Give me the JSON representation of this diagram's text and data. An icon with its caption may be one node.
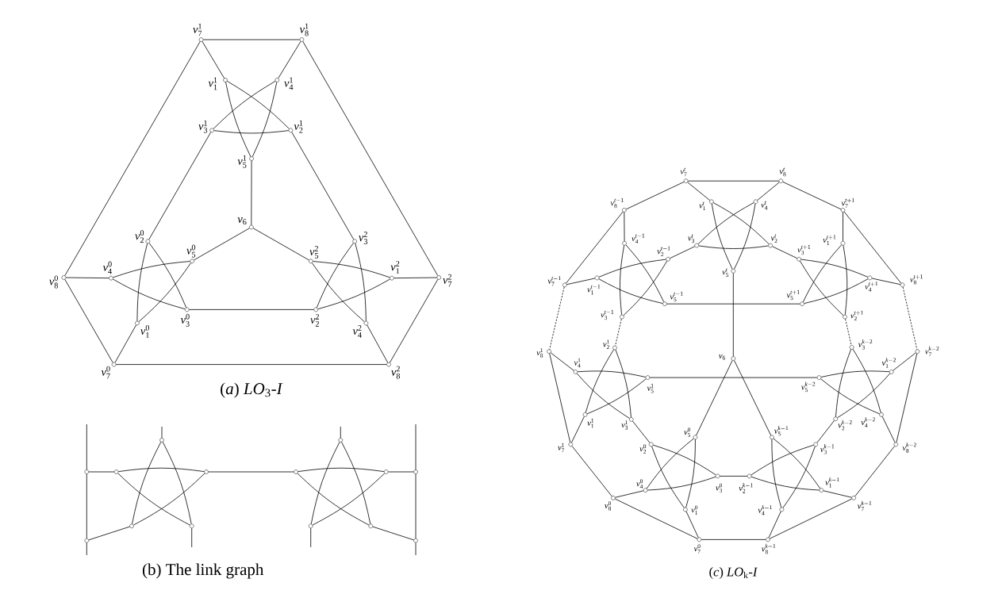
{
  "diagram": {
    "nodes": [
      {
        "text": [],
        "shape": "circle",
        "beside": [
          "v_7^1"
        ]
      },
      {
        "text": [],
        "shape": "circle",
        "beside": [
          "v_8^1"
        ]
      },
      {
        "text": [],
        "shape": "circle",
        "beside": [
          "v_1^1"
        ]
      },
      {
        "text": [],
        "shape": "circle",
        "beside": [
          "v_4^1"
        ]
      },
      {
        "text": [],
        "shape": "circle",
        "beside": [
          "v_3^1"
        ]
      },
      {
        "text": [],
        "shape": "circle",
        "beside": [
          "v_2^1"
        ]
      },
      {
        "text": [],
        "shape": "circle",
        "beside": [
          "v_5^1"
        ]
      },
      {
        "text": [],
        "shape": "circle",
        "beside": [
          "v_6"
        ]
      },
      {
        "text": [],
        "shape": "circle",
        "beside": [
          "v_2^0"
        ]
      },
      {
        "text": [],
        "shape": "circle",
        "beside": [
          "v_3^2"
        ]
      },
      {
        "text": [],
        "shape": "circle",
        "beside": [
          "v_5^0"
        ]
      },
      {
        "text": [],
        "shape": "circle",
        "beside": [
          "v_5^2"
        ]
      },
      {
        "text": [],
        "shape": "circle",
        "beside": [
          "v_8^0"
        ]
      },
      {
        "text": [],
        "shape": "circle",
        "beside": [
          "v_4^0"
        ]
      },
      {
        "text": [],
        "shape": "circle",
        "beside": [
          "v_1^2"
        ]
      },
      {
        "text": [],
        "shape": "circle",
        "beside": [
          "v_7^2"
        ]
      },
      {
        "text": [],
        "shape": "circle",
        "beside": [
          "v_3^0"
        ]
      },
      {
        "text": [],
        "shape": "circle",
        "beside": [
          "v_2^2"
        ]
      },
      {
        "text": [],
        "shape": "circle",
        "beside": [
          "v_1^0"
        ]
      },
      {
        "text": [],
        "shape": "circle",
        "beside": [
          "v_4^2"
        ]
      },
      {
        "text": [],
        "shape": "circle",
        "beside": [
          "v_7^0"
        ]
      },
      {
        "text": [],
        "shape": "circle",
        "beside": [
          "v_8^2"
        ]
      },
      {
        "text": [],
        "shape": "circle"
      },
      {
        "text": [],
        "shape": "circle"
      },
      {
        "text": [],
        "shape": "circle"
      },
      {
        "text": [],
        "shape": "circle"
      },
      {
        "text": [],
        "shape": "circle"
      },
      {
        "text": [],
        "shape": "circle"
      },
      {
        "text": [],
        "shape": "circle"
      },
      {
        "text": [],
        "shape": "circle"
      },
      {
        "text": [],
        "shape": "circle"
      },
      {
        "text": [],
        "shape": "circle"
      },
      {
        "text": [],
        "shape": "circle"
      },
      {
        "text": [],
        "shape": "circle"
      },
      {
        "text": [],
        "shape": "circle"
      },
      {
        "text": [],
        "shape": "circle"
      },
      {
        "text": [],
        "shape": "circle",
        "beside": [
          "v_7^t"
        ]
      },
      {
        "text": [],
        "shape": "circle",
        "beside": [
          "v_8^t"
        ]
      },
      {
        "text": [],
        "shape": "circle",
        "beside": [
          "v_1^t"
        ]
      },
      {
        "text": [],
        "shape": "circle",
        "beside": [
          "v_4^t"
        ]
      },
      {
        "text": [],
        "shape": "circle",
        "beside": [
          "v_8^{t-1}"
        ]
      },
      {
        "text": [],
        "shape": "circle",
        "beside": [
          "v_7^{t+1}"
        ]
      },
      {
        "text": [],
        "shape": "circle",
        "beside": [
          "v_4^{t-1}"
        ]
      },
      {
        "text": [],
        "shape": "circle",
        "beside": [
          "v_1^{t+1}"
        ]
      },
      {
        "text": [],
        "shape": "circle",
        "beside": [
          "v_3^t"
        ]
      },
      {
        "text": [],
        "shape": "circle",
        "beside": [
          "v_2^t"
        ]
      },
      {
        "text": [],
        "shape": "circle",
        "beside": [
          "v_2^{t-1}"
        ]
      },
      {
        "text": [],
        "shape": "circle",
        "beside": [
          "v_3^{t+1}"
        ]
      },
      {
        "text": [],
        "shape": "circle",
        "beside": [
          "v_5^t"
        ]
      },
      {
        "text": [],
        "shape": "circle",
        "beside": [
          "v_1^{t-1}"
        ]
      },
      {
        "text": [],
        "shape": "circle",
        "beside": [
          "v_4^{t+1}"
        ]
      },
      {
        "text": [],
        "shape": "circle",
        "beside": [
          "v_7^{t-1}"
        ]
      },
      {
        "text": [],
        "shape": "circle",
        "beside": [
          "v_8^{t+1}"
        ]
      },
      {
        "text": [],
        "shape": "circle",
        "beside": [
          "v_5^{t-1}"
        ]
      },
      {
        "text": [],
        "shape": "circle",
        "beside": [
          "v_5^{t+1}"
        ]
      },
      {
        "text": [],
        "shape": "circle",
        "beside": [
          "v_3^{t-1}"
        ]
      },
      {
        "text": [],
        "shape": "circle",
        "beside": [
          "v_2^{t+1}"
        ]
      },
      {
        "text": [],
        "shape": "circle",
        "beside": [
          "v_3^{k-2}"
        ]
      },
      {
        "text": [],
        "shape": "circle",
        "beside": [
          "v_2^1"
        ]
      },
      {
        "text": [],
        "shape": "circle",
        "beside": [
          "v_8^1"
        ]
      },
      {
        "text": [],
        "shape": "circle",
        "beside": [
          "v_7^{k-2}"
        ]
      },
      {
        "text": [],
        "shape": "circle",
        "beside": [
          "v_6"
        ]
      },
      {
        "text": [],
        "shape": "circle",
        "beside": [
          "v_4^1"
        ]
      },
      {
        "text": [],
        "shape": "circle",
        "beside": [
          "v_1^{k-2}"
        ]
      },
      {
        "text": [],
        "shape": "circle",
        "beside": [
          "v_5^1"
        ]
      },
      {
        "text": [],
        "shape": "circle",
        "beside": [
          "v_5^{k-2}"
        ]
      },
      {
        "text": [],
        "shape": "circle",
        "beside": [
          "v_1^1"
        ]
      },
      {
        "text": [],
        "shape": "circle",
        "beside": [
          "v_4^{k-2}"
        ]
      },
      {
        "text": [],
        "shape": "circle",
        "beside": [
          "v_2^{k-2}"
        ]
      },
      {
        "text": [],
        "shape": "circle",
        "beside": [
          "v_3^1"
        ]
      },
      {
        "text": [],
        "shape": "circle",
        "beside": [
          "v_5^0"
        ]
      },
      {
        "text": [],
        "shape": "circle",
        "beside": [
          "v_5^{k-1}"
        ]
      },
      {
        "text": [],
        "shape": "circle",
        "beside": [
          "v_7^1"
        ]
      },
      {
        "text": [],
        "shape": "circle",
        "beside": [
          "v_2^0"
        ]
      },
      {
        "text": [],
        "shape": "circle",
        "beside": [
          "v_3^{k-1}"
        ]
      },
      {
        "text": [],
        "shape": "circle",
        "beside": [
          "v_8^{k-2}"
        ]
      },
      {
        "text": [],
        "shape": "circle",
        "beside": [
          "v_3^0"
        ]
      },
      {
        "text": [],
        "shape": "circle",
        "beside": [
          "v_2^{k-1}"
        ]
      },
      {
        "text": [],
        "shape": "circle",
        "beside": [
          "v_4^0"
        ]
      },
      {
        "text": [],
        "shape": "circle",
        "beside": [
          "v_1^{k-1}"
        ]
      },
      {
        "text": [],
        "shape": "circle",
        "beside": [
          "v_8^0"
        ]
      },
      {
        "text": [],
        "shape": "circle",
        "beside": [
          "v_7^{k-1}"
        ]
      },
      {
        "text": [],
        "shape": "circle",
        "beside": [
          "v_1^0"
        ]
      },
      {
        "text": [],
        "shape": "circle",
        "beside": [
          "v_4^{k-1}"
        ]
      },
      {
        "text": [],
        "shape": "circle",
        "beside": [
          "v_7^0"
        ]
      },
      {
        "text": [],
        "shape": "circle",
        "beside": [
          "v_8^{k-1}"
        ]
      }
    ],
    "edges": [
      {
        "from": 2,
        "to": 5,
        "arrow": "none"
      },
      {
        "from": 5,
        "to": 4,
        "arrow": "none"
      },
      {
        "from": 4,
        "to": 3,
        "arrow": "none"
      },
      {
        "from": 3,
        "to": 6,
        "arrow": "none"
      },
      {
        "from": 6,
        "to": 2,
        "arrow": "none"
      },
      {
        "from": 0,
        "to": 1,
        "arrow": "none"
      },
      {
        "from": 0,
        "to": 2,
        "arrow": "none"
      },
      {
        "from": 1,
        "to": 3,
        "arrow": "none"
      },
      {
        "from": 18,
        "to": 8,
        "arrow": "none"
      },
      {
        "from": 8,
        "to": 16,
        "arrow": "none"
      },
      {
        "from": 16,
        "to": 13,
        "arrow": "none"
      },
      {
        "from": 13,
        "to": 10,
        "arrow": "none"
      },
      {
        "from": 10,
        "to": 18,
        "arrow": "none"
      },
      {
        "from": 12,
        "to": 20,
        "arrow": "none"
      },
      {
        "from": 20,
        "to": 18,
        "arrow": "none"
      },
      {
        "from": 12,
        "to": 13,
        "arrow": "none"
      },
      {
        "from": 14,
        "to": 17,
        "arrow": "none"
      },
      {
        "from": 17,
        "to": 9,
        "arrow": "none"
      },
      {
        "from": 9,
        "to": 19,
        "arrow": "none"
      },
      {
        "from": 19,
        "to": 11,
        "arrow": "none"
      },
      {
        "from": 11,
        "to": 14,
        "arrow": "none"
      },
      {
        "from": 15,
        "to": 21,
        "arrow": "none"
      },
      {
        "from": 15,
        "to": 14,
        "arrow": "none"
      },
      {
        "from": 21,
        "to": 19,
        "arrow": "none"
      },
      {
        "from": 6,
        "to": 7,
        "arrow": "none"
      },
      {
        "from": 7,
        "to": 10,
        "arrow": "none"
      },
      {
        "from": 7,
        "to": 11,
        "arrow": "none"
      },
      {
        "from": 4,
        "to": 8,
        "arrow": "none"
      },
      {
        "from": 5,
        "to": 9,
        "arrow": "none"
      },
      {
        "from": 16,
        "to": 17,
        "arrow": "none"
      },
      {
        "from": 0,
        "to": 12,
        "arrow": "none"
      },
      {
        "from": 1,
        "to": 15,
        "arrow": "none"
      },
      {
        "from": 20,
        "to": 21,
        "arrow": "none"
      },
      {
        "from": null,
        "to": 24,
        "arrow": "none"
      },
      {
        "from": 24,
        "to": 34,
        "arrow": "none"
      },
      {
        "from": 34,
        "to": null,
        "arrow": "none"
      },
      {
        "from": 24,
        "to": 25,
        "arrow": "none"
      },
      {
        "from": 30,
        "to": 34,
        "arrow": "none"
      },
      {
        "from": 22,
        "to": null,
        "arrow": "none"
      },
      {
        "from": 31,
        "to": null,
        "arrow": "none"
      },
      {
        "from": 26,
        "to": 27,
        "arrow": "none"
      },
      {
        "from": 23,
        "to": null,
        "arrow": "none"
      },
      {
        "from": 32,
        "to": null,
        "arrow": "none"
      },
      {
        "from": 28,
        "to": 29,
        "arrow": "none"
      },
      {
        "from": 33,
        "to": 35,
        "arrow": "none"
      },
      {
        "from": null,
        "to": 29,
        "arrow": "none"
      },
      {
        "from": 29,
        "to": 35,
        "arrow": "none"
      },
      {
        "from": 35,
        "to": null,
        "arrow": "none"
      },
      {
        "from": 22,
        "to": 30,
        "arrow": "none"
      },
      {
        "from": 22,
        "to": 31,
        "arrow": "none"
      },
      {
        "from": 25,
        "to": 26,
        "arrow": "none"
      },
      {
        "from": 25,
        "to": 31,
        "arrow": "none"
      },
      {
        "from": 26,
        "to": 30,
        "arrow": "none"
      },
      {
        "from": 23,
        "to": 32,
        "arrow": "none"
      },
      {
        "from": 23,
        "to": 33,
        "arrow": "none"
      },
      {
        "from": 27,
        "to": 28,
        "arrow": "none"
      },
      {
        "from": 27,
        "to": 33,
        "arrow": "none"
      },
      {
        "from": 28,
        "to": 32,
        "arrow": "none"
      },
      {
        "from": 38,
        "to": 45,
        "arrow": "none"
      },
      {
        "from": 45,
        "to": 44,
        "arrow": "none"
      },
      {
        "from": 44,
        "to": 39,
        "arrow": "none"
      },
      {
        "from": 39,
        "to": 48,
        "arrow": "none"
      },
      {
        "from": 48,
        "to": 38,
        "arrow": "none"
      },
      {
        "from": 36,
        "to": 37,
        "arrow": "none"
      },
      {
        "from": 36,
        "to": 38,
        "arrow": "none"
      },
      {
        "from": 37,
        "to": 39,
        "arrow": "none"
      },
      {
        "from": 49,
        "to": 46,
        "arrow": "none"
      },
      {
        "from": 46,
        "to": 55,
        "arrow": "none"
      },
      {
        "from": 55,
        "to": 42,
        "arrow": "none"
      },
      {
        "from": 42,
        "to": 53,
        "arrow": "none"
      },
      {
        "from": 53,
        "to": 49,
        "arrow": "none"
      },
      {
        "from": 40,
        "to": 51,
        "arrow": "none"
      },
      {
        "from": 51,
        "to": 49,
        "arrow": "none"
      },
      {
        "from": 40,
        "to": 42,
        "arrow": "none"
      },
      {
        "from": 43,
        "to": 56,
        "arrow": "none"
      },
      {
        "from": 56,
        "to": 47,
        "arrow": "none"
      },
      {
        "from": 47,
        "to": 50,
        "arrow": "none"
      },
      {
        "from": 50,
        "to": 54,
        "arrow": "none"
      },
      {
        "from": 54,
        "to": 43,
        "arrow": "none"
      },
      {
        "from": 41,
        "to": 52,
        "arrow": "none"
      },
      {
        "from": 41,
        "to": 43,
        "arrow": "none"
      },
      {
        "from": 52,
        "to": 50,
        "arrow": "none"
      },
      {
        "from": 66,
        "to": 58,
        "arrow": "none"
      },
      {
        "from": 58,
        "to": 69,
        "arrow": "none"
      },
      {
        "from": 69,
        "to": 62,
        "arrow": "none"
      },
      {
        "from": 62,
        "to": 64,
        "arrow": "none"
      },
      {
        "from": 64,
        "to": 66,
        "arrow": "none"
      },
      {
        "from": 59,
        "to": 72,
        "arrow": "none"
      },
      {
        "from": 72,
        "to": 66,
        "arrow": "none"
      },
      {
        "from": 59,
        "to": 62,
        "arrow": "none"
      },
      {
        "from": 63,
        "to": 68,
        "arrow": "none"
      },
      {
        "from": 68,
        "to": 57,
        "arrow": "none"
      },
      {
        "from": 57,
        "to": 67,
        "arrow": "none"
      },
      {
        "from": 67,
        "to": 65,
        "arrow": "none"
      },
      {
        "from": 65,
        "to": 63,
        "arrow": "none"
      },
      {
        "from": 60,
        "to": 75,
        "arrow": "none"
      },
      {
        "from": 60,
        "to": 63,
        "arrow": "none"
      },
      {
        "from": 75,
        "to": 67,
        "arrow": "none"
      },
      {
        "from": 82,
        "to": 73,
        "arrow": "none"
      },
      {
        "from": 73,
        "to": 76,
        "arrow": "none"
      },
      {
        "from": 76,
        "to": 78,
        "arrow": "none"
      },
      {
        "from": 78,
        "to": 70,
        "arrow": "none"
      },
      {
        "from": 70,
        "to": 82,
        "arrow": "none"
      },
      {
        "from": 80,
        "to": 84,
        "arrow": "none"
      },
      {
        "from": 84,
        "to": 82,
        "arrow": "none"
      },
      {
        "from": 80,
        "to": 78,
        "arrow": "none"
      },
      {
        "from": 79,
        "to": 77,
        "arrow": "none"
      },
      {
        "from": 77,
        "to": 74,
        "arrow": "none"
      },
      {
        "from": 74,
        "to": 83,
        "arrow": "none"
      },
      {
        "from": 83,
        "to": 71,
        "arrow": "none"
      },
      {
        "from": 71,
        "to": 79,
        "arrow": "none"
      },
      {
        "from": 81,
        "to": 85,
        "arrow": "none"
      },
      {
        "from": 81,
        "to": 79,
        "arrow": "none"
      },
      {
        "from": 85,
        "to": 83,
        "arrow": "none"
      },
      {
        "from": 48,
        "to": 61,
        "arrow": "none"
      },
      {
        "from": 61,
        "to": 70,
        "arrow": "none"
      },
      {
        "from": 61,
        "to": 71,
        "arrow": "none"
      },
      {
        "from": 53,
        "to": 54,
        "arrow": "none"
      },
      {
        "from": 64,
        "to": 65,
        "arrow": "none"
      },
      {
        "from": 46,
        "to": 44,
        "arrow": "none"
      },
      {
        "from": 45,
        "to": 47,
        "arrow": "none"
      },
      {
        "from": 55,
        "to": 58,
        "arrow": "none",
        "style": "dashed"
      },
      {
        "from": 56,
        "to": 57,
        "arrow": "none",
        "style": "dashed"
      },
      {
        "from": 69,
        "to": 73,
        "arrow": "none"
      },
      {
        "from": 76,
        "to": 77,
        "arrow": "none"
      },
      {
        "from": 74,
        "to": 68,
        "arrow": "none"
      },
      {
        "from": 36,
        "to": 40,
        "arrow": "none"
      },
      {
        "from": 37,
        "to": 41,
        "arrow": "none"
      },
      {
        "from": 51,
        "to": 59,
        "arrow": "none",
        "style": "dashed"
      },
      {
        "from": 52,
        "to": 60,
        "arrow": "none",
        "style": "dashed"
      },
      {
        "from": 72,
        "to": 80,
        "arrow": "none"
      },
      {
        "from": 84,
        "to": 85,
        "arrow": "none"
      },
      {
        "from": 81,
        "to": 75,
        "arrow": "none"
      }
    ],
    "labels": [
      "(*a*) *LO*$_{3}$-*I*",
      "(b) The link graph",
      "(*c*) *LO*$_{k}$-*I*"
    ]
  }
}
